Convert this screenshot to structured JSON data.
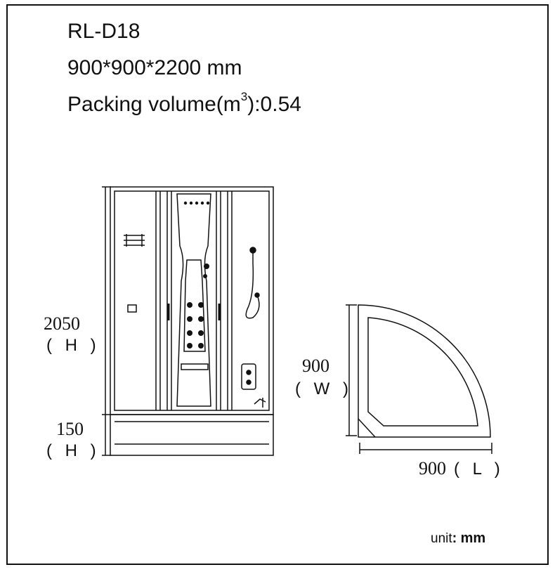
{
  "product": {
    "model": "RL-D18",
    "dimensions": "900*900*2200 mm",
    "packing_label": "Packing volume(m",
    "packing_sup": "3",
    "packing_value": "):0.54"
  },
  "front_view": {
    "cabin_height_value": "2050",
    "cabin_height_unit": "( H )",
    "tray_height_value": "150",
    "tray_height_unit": "( H )"
  },
  "top_view": {
    "width_value": "900",
    "width_unit": "( W )",
    "length_value": "900",
    "length_unit": "( L )"
  },
  "unit_label": "unit",
  "unit_sep": ":",
  "unit_value": "mm"
}
